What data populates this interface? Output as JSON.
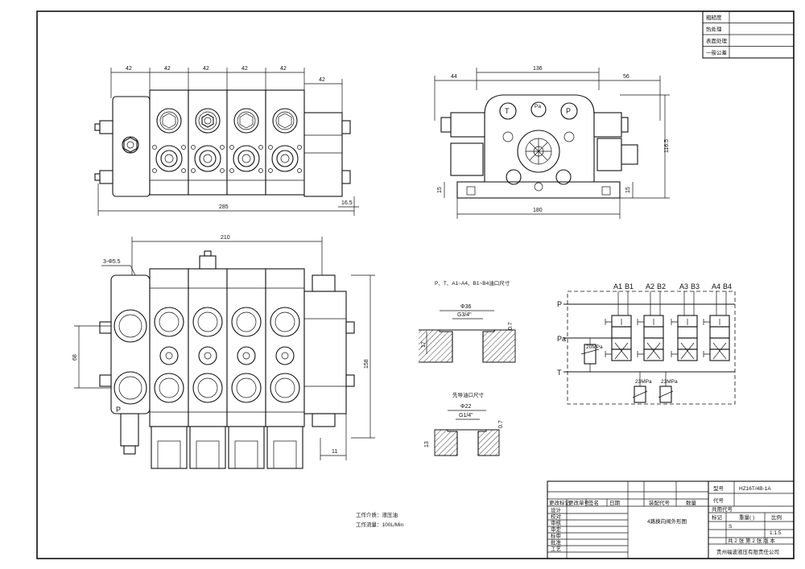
{
  "dimensions": {
    "top_view": {
      "d1": "42",
      "d2": "42",
      "d3": "42",
      "d4": "42",
      "d5": "42",
      "d6": "42",
      "total": "285",
      "height": "16.5"
    },
    "side_view": {
      "left": "44",
      "top": "136",
      "right": "56",
      "height": "116.5",
      "base": "15",
      "base_right": "15",
      "width": "180"
    },
    "front_view": {
      "top": "210",
      "hole": "3-Φ5.5",
      "left_height": "68",
      "right_height": "158",
      "bottom": "11",
      "port_p": "P"
    }
  },
  "port_details": {
    "main_title": "P、T、A1~A4、B1~B4油口尺寸",
    "main_dia": "Φ36",
    "main_thread": "G3/4\"",
    "main_depth": "17",
    "main_step": "0.7",
    "pilot_title": "先导油口尺寸",
    "pilot_dia": "Φ22",
    "pilot_thread": "G1/4\"",
    "pilot_depth": "13",
    "pilot_step": "0.7"
  },
  "schematic": {
    "ports_top": [
      "A1",
      "B1",
      "A2",
      "B2",
      "A3",
      "B3",
      "A4",
      "B4"
    ],
    "port_p": "P",
    "port_pa": "Pa",
    "port_t": "T",
    "relief": "20MPa",
    "secondary_1": "23MPa",
    "secondary_2": "23MPa"
  },
  "corner_block": {
    "rows": [
      "粗糙度",
      "热处理",
      "表面处理",
      "一般公差"
    ]
  },
  "notes": {
    "medium": "工作介质：液压油",
    "flow": "工作流量：100L/Min"
  },
  "title_block": {
    "model_label": "型号",
    "model_value": "HZ16T/4B-1A",
    "code_label": "代号",
    "drawing_title": "4路换向阀外形图",
    "usage_label": "共用代号",
    "mark_label": "标记",
    "weight_label": "重量( )",
    "scale_label": "比例",
    "scale_value": "1:1.5",
    "sheet_s": "S",
    "sheet_info": "共 2 张   第 2 张   版   本",
    "company": "贵州福波液压有限责任公司",
    "rev_headers": [
      "更改标记",
      "更改单号",
      "签名",
      "日期",
      "装配代号",
      "数量"
    ],
    "roles": [
      "设计",
      "校对",
      "审核",
      "审定",
      "标审",
      "批准",
      "工艺"
    ]
  }
}
